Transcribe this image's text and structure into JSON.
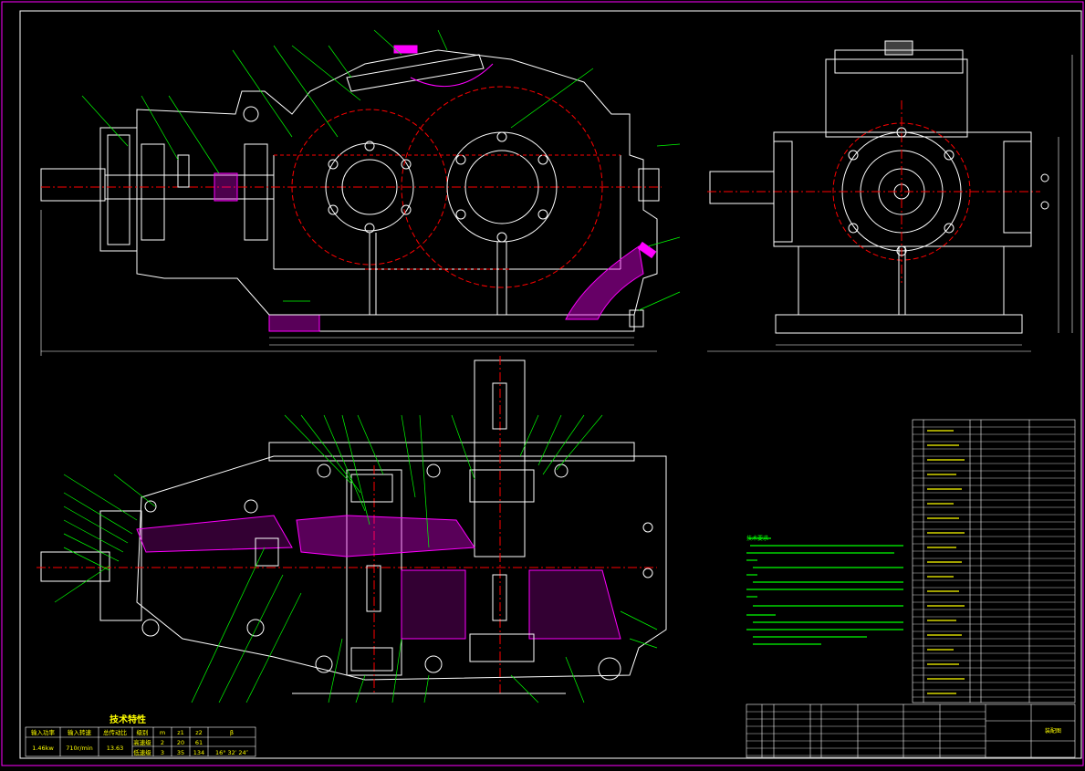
{
  "drawing": {
    "title_text": "装配图",
    "tech_char_title": "技术特性",
    "tech_table": {
      "headers": [
        "输入功率",
        "输入转速",
        "总传动比",
        "级别",
        "m",
        "z1",
        "z2",
        "β"
      ],
      "rows": [
        [
          "1.46kw",
          "710r/min",
          "13.63",
          "高速级",
          "2",
          "20",
          "61",
          ""
        ],
        [
          "",
          "",
          "",
          "低速级",
          "3",
          "35",
          "134",
          "16° 32′ 24″"
        ]
      ]
    },
    "tech_req_title": "技术要求",
    "colors": {
      "background": "#000000",
      "border": "#ff00ff",
      "outline": "#ffffff",
      "centerline": "#ff0000",
      "leader": "#00ff00",
      "hatch": "#ff00ff",
      "text": "#ffff00"
    }
  }
}
